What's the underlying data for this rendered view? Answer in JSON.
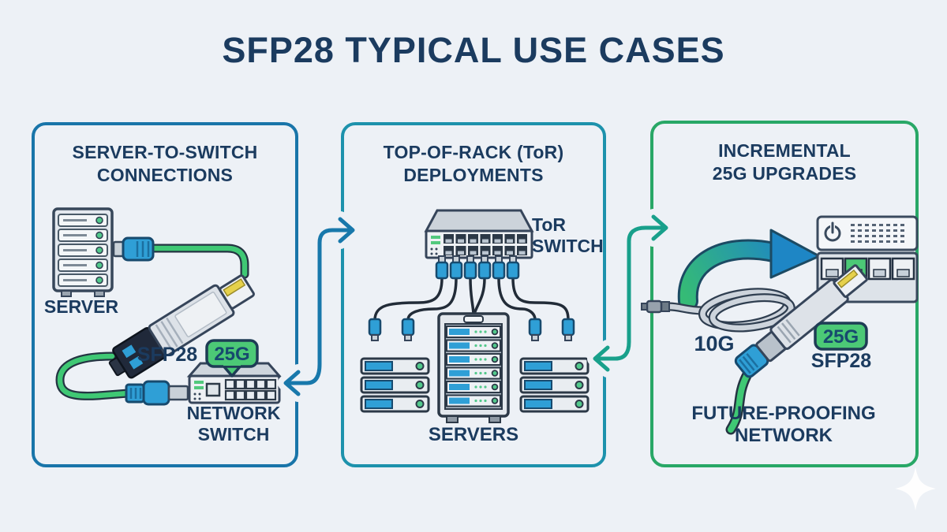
{
  "title": "SFP28 TYPICAL USE CASES",
  "panels": [
    {
      "heading_line1": "SERVER-TO-SWITCH",
      "heading_line2": "CONNECTIONS",
      "server_label": "SERVER",
      "sfp28_label": "SFP28",
      "badge": "25G",
      "switch_label_line1": "NETWORK",
      "switch_label_line2": "SWITCH"
    },
    {
      "heading_line1": "TOP-OF-RACK (ToR)",
      "heading_line2": "DEPLOYMENTS",
      "tor_label_line1": "ToR",
      "tor_label_line2": "SWITCH",
      "servers_label": "SERVERS"
    },
    {
      "heading_line1": "INCREMENTAL",
      "heading_line2": "25G UPGRADES",
      "old_speed_label": "10G",
      "badge": "25G",
      "sfp28_label": "SFP28",
      "future_label_line1": "FUTURE-PROOFING",
      "future_label_line2": "NETWORK"
    }
  ],
  "icons": [
    "server-tower-icon",
    "sfp28-module-icon",
    "network-switch-icon",
    "tor-switch-icon",
    "server-rack-icon",
    "rack-server-icon",
    "dac-connector-icon",
    "coiled-cable-icon",
    "upgrade-arrow-icon",
    "flow-arrow-icon",
    "sparkle-icon",
    "power-icon"
  ],
  "colors": {
    "background": "#edf1f6",
    "title_text": "#1b3b5f",
    "panel1_border": "#1975a9",
    "panel2_border": "#1d92ac",
    "panel3_border": "#28a766",
    "flow_arrow_blue": "#1878ab",
    "flow_arrow_teal": "#18a08b",
    "badge_green": "#4cc976",
    "badge_text": "#174a6e",
    "cable_green": "#3fc874",
    "device_blue": "#2f9fd6",
    "led_green": "#52c98b"
  }
}
